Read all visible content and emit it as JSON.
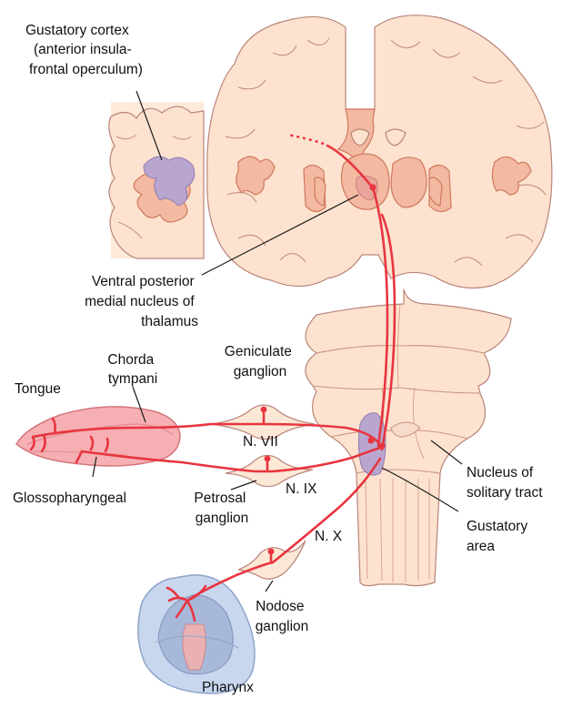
{
  "labels": {
    "gustatory_cortex": [
      "Gustatory cortex",
      "(anterior insula-",
      "frontal operculum)"
    ],
    "vpm": [
      "Ventral posterior",
      "medial nucleus of",
      "thalamus"
    ],
    "chorda": [
      "Chorda",
      "tympani"
    ],
    "geniculate": [
      "Geniculate",
      "ganglion"
    ],
    "tongue": "Tongue",
    "n7": "N. VII",
    "n9": "N. IX",
    "n10": "N. X",
    "glosso": "Glossopharyngeal",
    "petrosal": [
      "Petrosal",
      "ganglion"
    ],
    "nodose": [
      "Nodose",
      "ganglion"
    ],
    "nts": [
      "Nucleus of",
      "solitary tract"
    ],
    "gustatory_area": [
      "Gustatory",
      "area"
    ],
    "pharynx": "Pharynx"
  },
  "colors": {
    "nerve": "#e8353f",
    "tissue": "#fde3cf",
    "gray_matter": "#f3b9a1",
    "gustatory_region": "#b9a6cf",
    "pharynx": "#c8d6ee"
  }
}
